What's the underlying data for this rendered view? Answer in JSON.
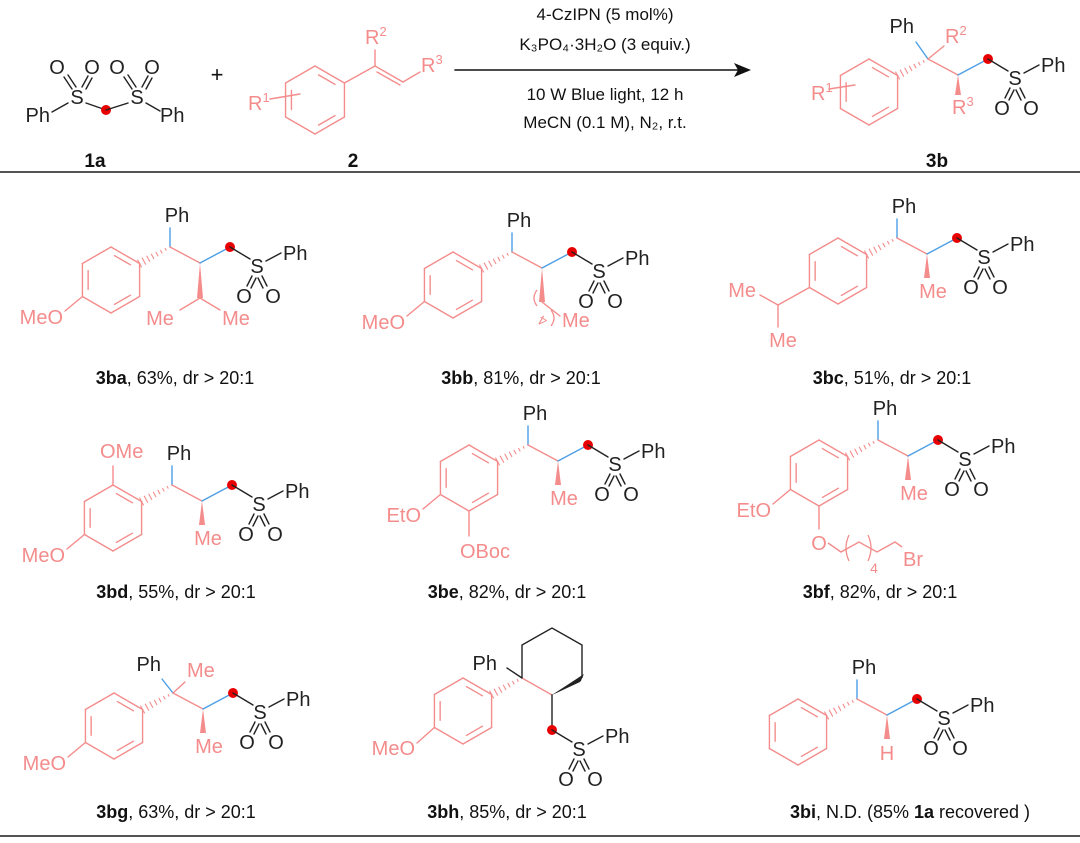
{
  "colors": {
    "substrate": "#f48c8c",
    "new_bond": "#4d9fe6",
    "radical_site": "#e80000",
    "sulfonyl": "#222222",
    "rule": "#555555"
  },
  "atoms": {
    "ph": "Ph",
    "s": "S",
    "o": "O",
    "me": "Me",
    "meo": "MeO",
    "ome": "OMe",
    "eto": "EtO",
    "oboc": "OBoc",
    "br": "Br",
    "h": "H",
    "n4": "4",
    "r": "R",
    "sup": [
      "1",
      "2",
      "3"
    ]
  },
  "scheme": {
    "reagent1_label": "1a",
    "plus": "+",
    "reagent2_label": "2",
    "product_label": "3b",
    "conditions": [
      "4-CzIPN (5 mol%)",
      "K₃PO₄·3H₂O (3 equiv.)",
      "10 W Blue light, 12 h",
      "MeCN (0.1 M), N₂, r.t."
    ]
  },
  "products": [
    {
      "id": "3ba",
      "rest": ", 63%, dr > 20:1"
    },
    {
      "id": "3bb",
      "rest": ", 81%, dr > 20:1"
    },
    {
      "id": "3bc",
      "rest": ", 51%, dr > 20:1"
    },
    {
      "id": "3bd",
      "rest": ", 55%, dr > 20:1"
    },
    {
      "id": "3be",
      "rest": ", 82%, dr > 20:1"
    },
    {
      "id": "3bf",
      "rest": ", 82%, dr > 20:1"
    },
    {
      "id": "3bg",
      "rest": ", 63%, dr > 20:1"
    },
    {
      "id": "3bh",
      "rest": ", 85%, dr > 20:1"
    },
    {
      "id": "3bi",
      "rest": ", N.D. (85% ",
      "bold2": "1a",
      "rest2": " recovered )"
    }
  ]
}
